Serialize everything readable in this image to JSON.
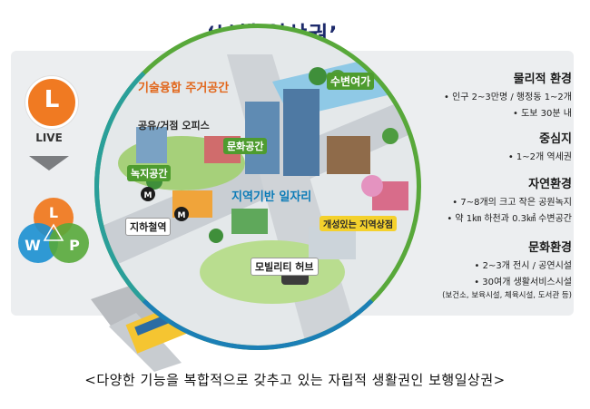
{
  "title": "‘보행 일상권’",
  "left": {
    "live_letter": "L",
    "live_label": "LIVE",
    "wlp": [
      "L",
      "W",
      "P"
    ]
  },
  "scene_labels": {
    "tech_housing": "기술융합 주거공간",
    "waterfront": "수변여가",
    "shared_office": "공유/거점 오피스",
    "culture_space": "문화공간",
    "green_space": "녹지공간",
    "local_jobs": "지역기반 일자리",
    "subway": "지하철역",
    "distinct_shops": "개성있는 지역상점",
    "mobility_hub": "모빌리티 허브",
    "metro_letter": "M"
  },
  "right": {
    "sections": [
      {
        "heading": "물리적 환경",
        "items": [
          "• 인구 2~3만명 / 행정동 1~2개",
          "• 도보 30분 내"
        ]
      },
      {
        "heading": "중심지",
        "items": [
          "• 1~2개 역세권"
        ]
      },
      {
        "heading": "자연환경",
        "items": [
          "• 7~8개의 크고 작은 공원녹지",
          "• 약 1㎞ 하천과 0.3㎢ 수변공간"
        ]
      },
      {
        "heading": "문화환경",
        "items": [
          "• 2~3개 전시 / 공연시설",
          "• 30여개 생활서비스시설"
        ],
        "sub": "(보건소, 보육시설, 체육시설, 도서관 등)"
      }
    ]
  },
  "caption": "<다양한 기능을 복합적으로 갖추고 있는 자립적 생활권인 보행일상권>",
  "colors": {
    "orange": "#f07a22",
    "green": "#58a83a",
    "blue": "#1b7fb6",
    "navy": "#1d2a6b"
  }
}
